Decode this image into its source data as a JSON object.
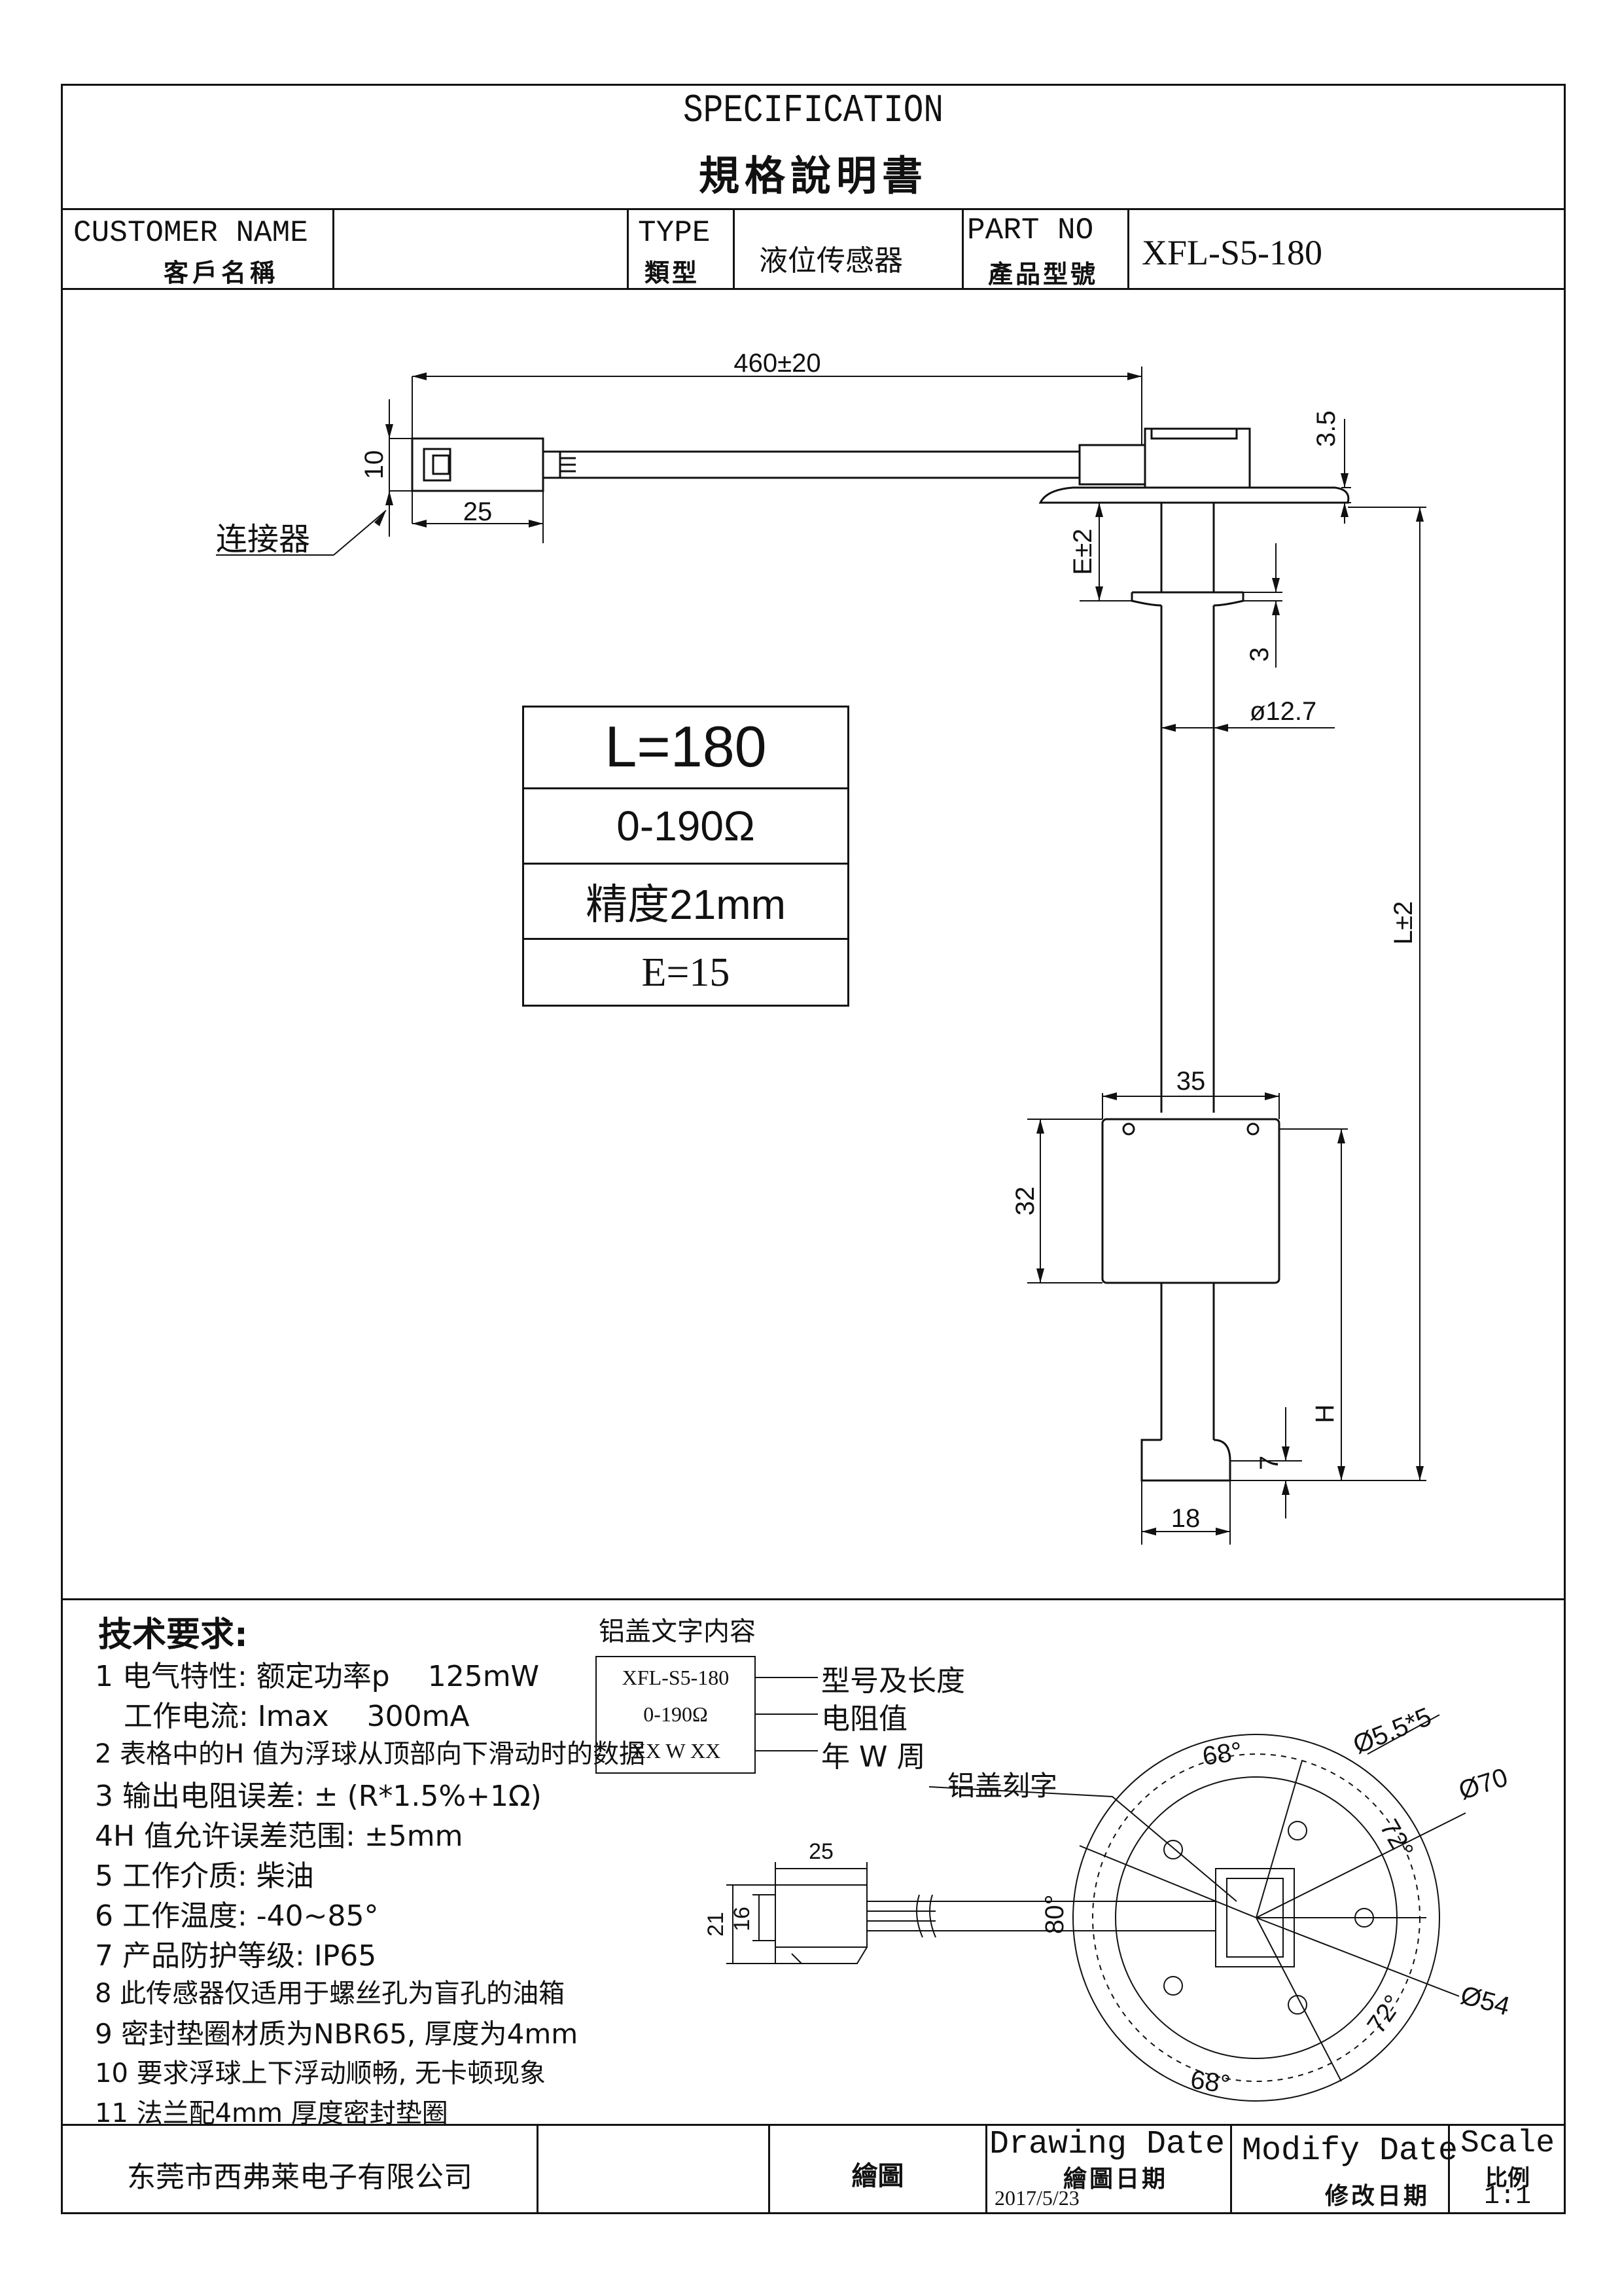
{
  "header": {
    "title_en": "SPECIFICATION",
    "title_cn": "規格說明書"
  },
  "info_row": {
    "customer_label_en": "CUSTOMER NAME",
    "customer_label_cn": "客戶名稱",
    "customer_value": "",
    "type_label_en": "TYPE",
    "type_label_cn": "類型",
    "type_value": "液位传感器",
    "part_label_en": "PART NO",
    "part_label_cn": "產品型號",
    "part_value": "XFL-S5-180"
  },
  "drawing": {
    "cable_length": "460±20",
    "connector_height": "10",
    "connector_width": "25",
    "connector_label": "连接器",
    "flange_thickness": "3.5",
    "e_tolerance": "E±2",
    "stop_thickness": "3",
    "tube_diameter": "ø12.7",
    "l_tolerance": "L±2",
    "float_width": "35",
    "float_height": "32",
    "h_label": "H",
    "bottom_height": "7",
    "bottom_width": "18"
  },
  "spec_box": {
    "length": "L=180",
    "resistance": "0-190Ω",
    "precision": "精度21mm",
    "e_value": "E=15"
  },
  "requirements": {
    "title": "技术要求:",
    "items": [
      "1 电气特性: 额定功率p　 125mW",
      "　工作电流: Imax　 300mA",
      "2 表格中的H 值为浮球从顶部向下滑动时的数据",
      "3 输出电阻误差: ± (R*1.5%+1Ω)",
      "4H 值允许误差范围: ±5mm",
      "5 工作介质: 柴油",
      "6 工作温度: -40~85°",
      "7 产品防护等级: IP65",
      "8 此传感器仅适用于螺丝孔为盲孔的油箱",
      "9 密封垫圈材质为NBR65, 厚度为4mm",
      "10 要求浮球上下浮动顺畅, 无卡顿现象",
      "11 法兰配4mm 厚度密封垫圈"
    ]
  },
  "cover_text": {
    "title": "铝盖文字内容",
    "lines": [
      "XFL-S5-180",
      "0-190Ω",
      "XX W XX"
    ],
    "legend": [
      "型号及长度",
      "电阻值",
      "年 W 周"
    ],
    "engrave_label": "铝盖刻字"
  },
  "top_view": {
    "angle_top": "68°",
    "hole_spec": "Ø5.5*5",
    "outer_diameter": "Ø70",
    "angle_right_top": "72°",
    "angle_left": "80°",
    "inner_diameter": "Ø54",
    "angle_right_bottom": "72°",
    "angle_bottom": "68°"
  },
  "side_view": {
    "width": "25",
    "height_outer": "21",
    "height_inner": "16"
  },
  "footer": {
    "company": "东莞市西弗莱电子有限公司",
    "drawn_label": "繪圖",
    "drawing_date_en": "Drawing Date",
    "drawing_date_cn": "繪圖日期",
    "drawing_date_value": "2017/5/23",
    "modify_date_en": "Modify Date",
    "modify_date_cn": "修改日期",
    "scale_en": "Scale",
    "scale_cn": "比例",
    "scale_value": "1:1"
  }
}
